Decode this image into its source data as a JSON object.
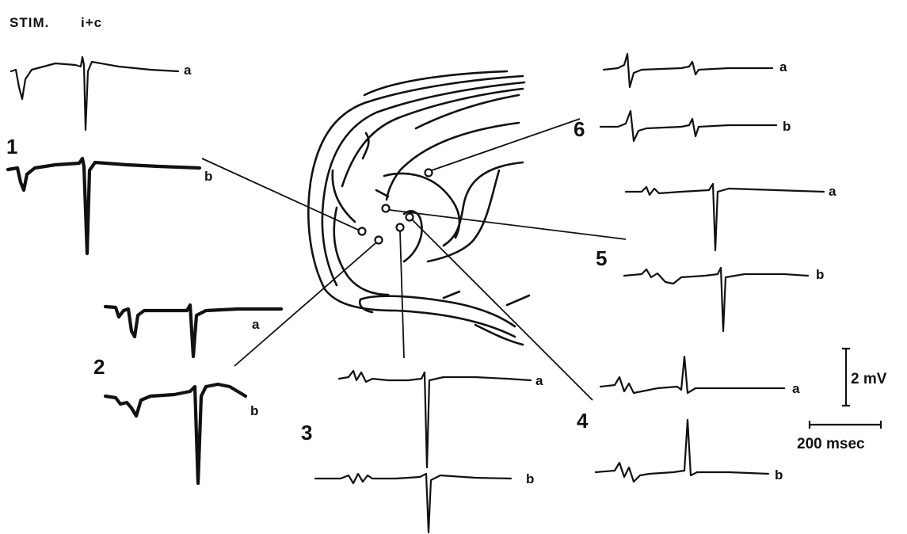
{
  "header": {
    "stim_label": "STIM.",
    "stim_value": "i+c"
  },
  "recordings": [
    {
      "site": "1",
      "traces": [
        "a",
        "b"
      ]
    },
    {
      "site": "2",
      "traces": [
        "a",
        "b"
      ]
    },
    {
      "site": "3",
      "traces": [
        "a",
        "b"
      ]
    },
    {
      "site": "4",
      "traces": [
        "a",
        "b"
      ]
    },
    {
      "site": "5",
      "traces": [
        "a",
        "b"
      ]
    },
    {
      "site": "6",
      "traces": [
        "a",
        "b"
      ]
    }
  ],
  "scale_bar": {
    "voltage": "2 mV",
    "time": "200 msec"
  },
  "colors": {
    "ink": "#111111",
    "background": "#ffffff"
  }
}
